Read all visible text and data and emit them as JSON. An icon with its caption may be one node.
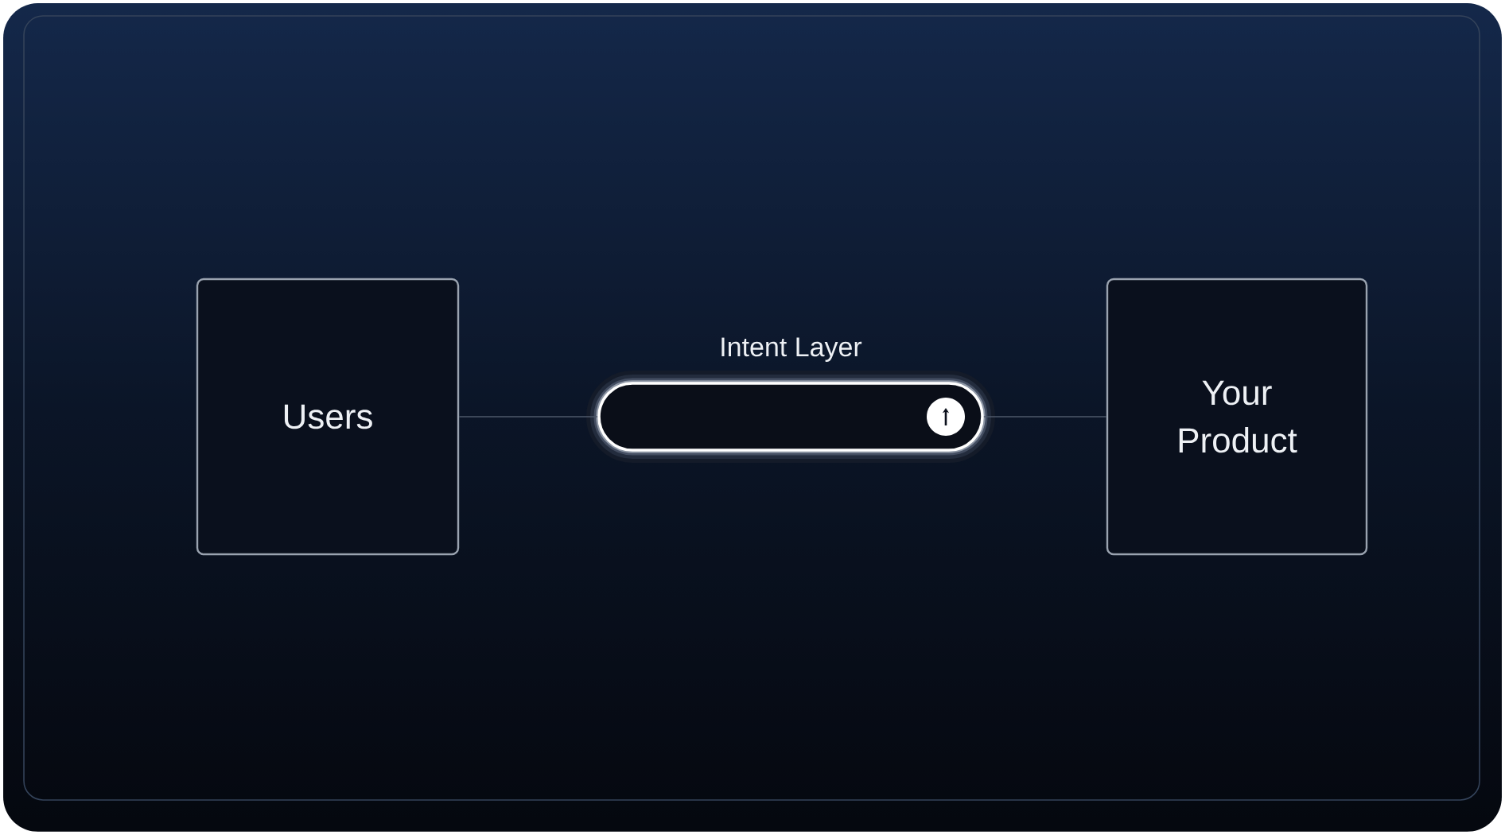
{
  "diagram": {
    "nodes": [
      {
        "text": [
          "Users"
        ]
      },
      {
        "text": [
          "Intent Layer"
        ]
      },
      {
        "text": [
          "Your Product"
        ]
      }
    ],
    "edges": [
      {
        "from": 0,
        "to": 1,
        "arrow": "none"
      },
      {
        "from": 1,
        "to": 2,
        "arrow": "none"
      }
    ]
  }
}
